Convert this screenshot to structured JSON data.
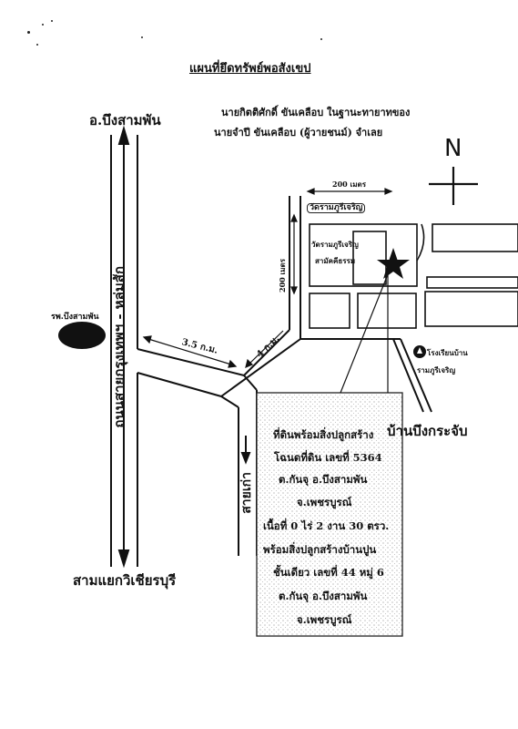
{
  "title": "แผนที่ยึดทรัพย์พอสังเขป",
  "owner_note": {
    "line1": "นายกิตติศักดิ์ ขันเคลือบ ในฐานะทายาทของ",
    "line2": "นายจำปี ขันเคลือบ (ผู้วายชนม์) จำเลย"
  },
  "places": {
    "north_end": "อ.บึงสามพัน",
    "south_end": "สามแยกวิเชียรบุรี",
    "hospital": "รพ.บึงสามพัน",
    "village": "บ้านบึงกระจับ",
    "school": "โรงเรียนบ้าน",
    "school_line2": "รามภูรีเจริญ",
    "temple_top": "วัดรามภูรีเจริญ",
    "temple_inner": "วัดรามภูรีเจริญ",
    "temple_inner_line2": "สามัคคีธรรม"
  },
  "roads": {
    "main_highway": "ถนนสายกรุงเทพฯ - หล่มสัก",
    "side_road": "สายเก่า"
  },
  "distances": {
    "horizontal": "200 เมตร",
    "vertical": "200 เมตร",
    "segment_a": "3.5 ก.ม.",
    "segment_b": "4 ก.ม."
  },
  "compass": "N",
  "property_info": [
    "ที่ดินพร้อมสิ่งปลูกสร้าง",
    "โฉนดที่ดิน เลขที่ 5364",
    "ต.กันจุ อ.บึงสามพัน",
    "จ.เพชรบูรณ์",
    "เนื้อที่ 0 ไร่ 2 งาน 30 ตรว.",
    "พร้อมสิ่งปลูกสร้างบ้านปูน",
    "ชั้นเดียว เลขที่ 44 หมู่ 6",
    "ต.กันจุ อ.บึงสามพัน",
    "จ.เพชรบูรณ์"
  ]
}
